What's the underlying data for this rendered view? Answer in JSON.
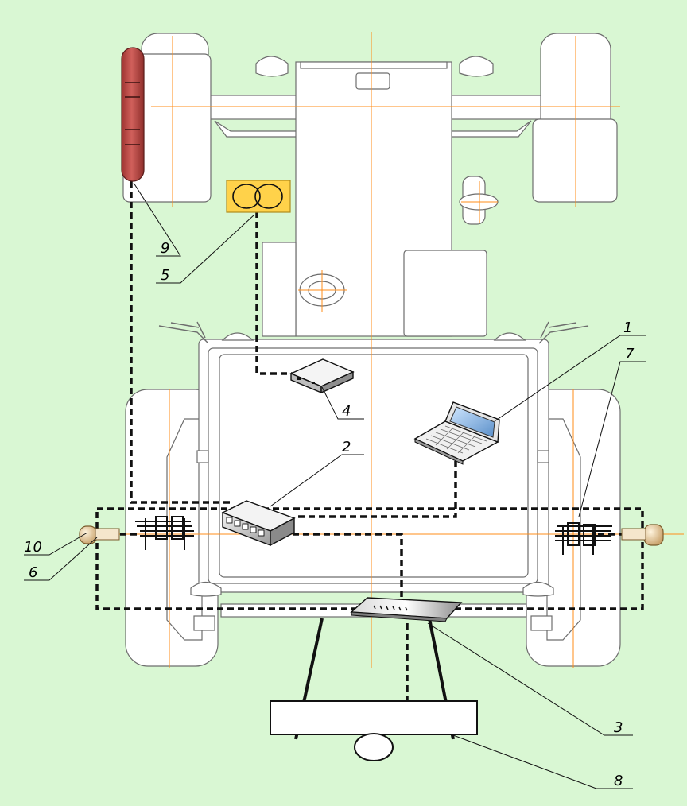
{
  "diagram": {
    "background": "#d9f7d3",
    "colors": {
      "body_fill": "#ffffff",
      "outline": "#6d6d6d",
      "centerline": "#ff8c1a",
      "beacon": "#c0504d",
      "camera_box": "#ffd24a",
      "cable": "#111111"
    },
    "components": {
      "laptop": "laptop-icon",
      "network_switch": "switch-icon",
      "controller_unit": "controller-icon",
      "media_converter": "router-icon",
      "camera_module": "dual-camera-icon",
      "beacon": "beacon-light-icon",
      "sensors": "sensor-icon"
    },
    "callouts": [
      {
        "id": "1",
        "label": "1"
      },
      {
        "id": "2",
        "label": "2"
      },
      {
        "id": "3",
        "label": "3"
      },
      {
        "id": "4",
        "label": "4"
      },
      {
        "id": "5",
        "label": "5"
      },
      {
        "id": "6",
        "label": "6"
      },
      {
        "id": "7",
        "label": "7"
      },
      {
        "id": "8",
        "label": "8"
      },
      {
        "id": "9",
        "label": "9"
      },
      {
        "id": "10",
        "label": "10"
      }
    ]
  }
}
